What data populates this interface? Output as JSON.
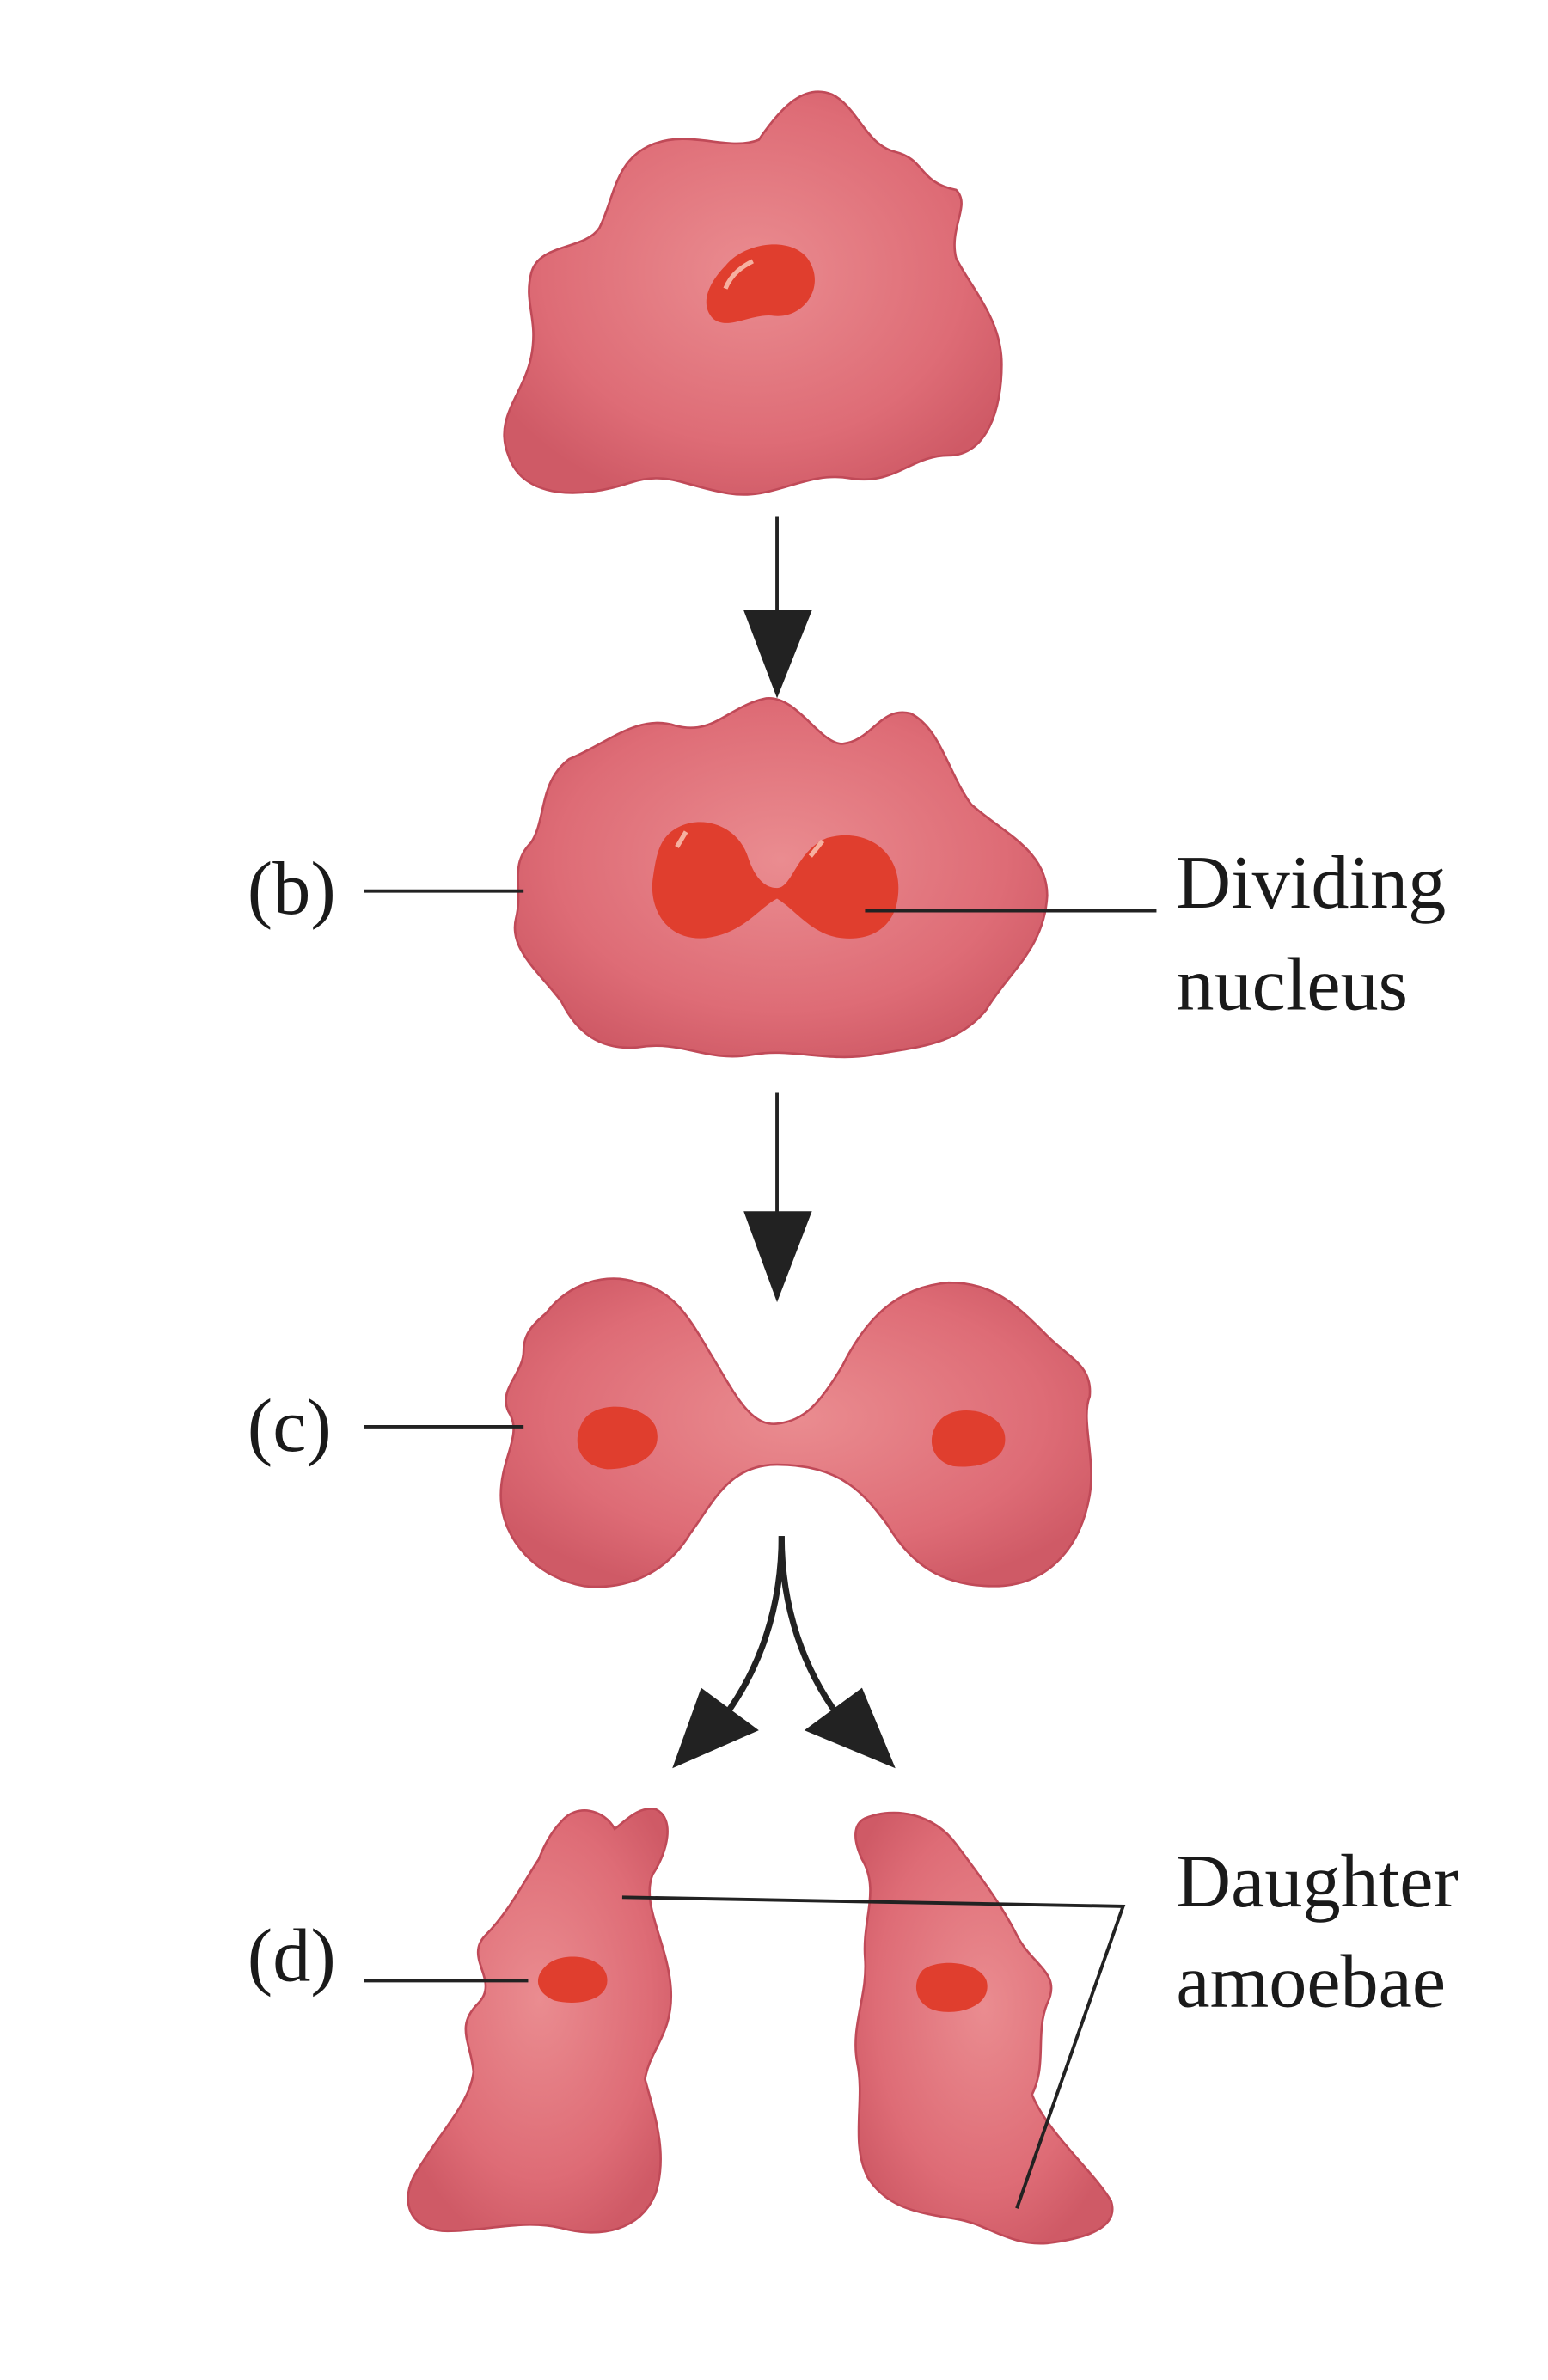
{
  "title": "Binary fission in Amoeba",
  "labels": {
    "b": "(b)",
    "c": "(c)",
    "d": "(d)",
    "dividing_nucleus_line1": "Dividing",
    "dividing_nucleus_line2": "nucleus",
    "daughter_amoebae_line1": "Daughter",
    "daughter_amoebae_line2": "amoebae"
  },
  "colors": {
    "cytoplasm": "#e07078",
    "cytoplasm_edge": "#c9505e",
    "nucleus": "#e03e2e",
    "arrow": "#222222"
  }
}
